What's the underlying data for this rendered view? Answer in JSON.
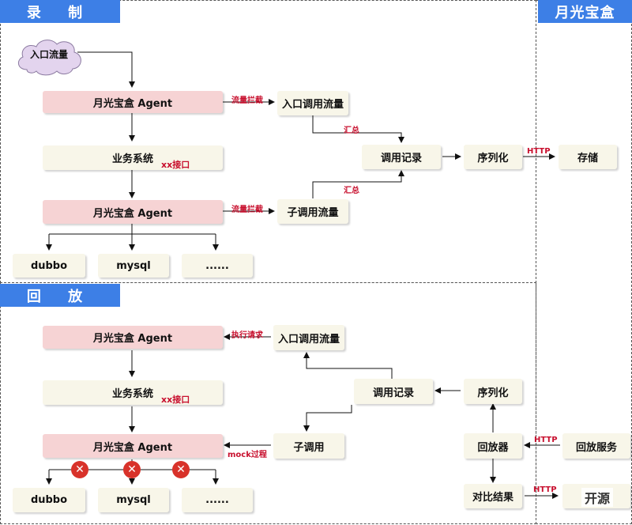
{
  "sections": {
    "record": "录 制",
    "replay": "回 放",
    "repeater": "月光宝盒"
  },
  "record": {
    "entry_traffic": "入口流量",
    "agent_top": "月光宝盒 Agent",
    "business": "业务系统",
    "xx_api": "xx接口",
    "agent_bottom": "月光宝盒 Agent",
    "dubbo": "dubbo",
    "mysql": "mysql",
    "more": "......",
    "intercept1": "流量拦截",
    "intercept2": "流量拦截",
    "entry_call_traffic": "入口调用流量",
    "sub_call_traffic": "子调用流量",
    "summary1": "汇总",
    "summary2": "汇总",
    "call_record": "调用记录",
    "serialize": "序列化",
    "http": "HTTP",
    "storage": "存储"
  },
  "replay": {
    "agent_top": "月光宝盒 Agent",
    "exec_request": "执行请求",
    "entry_call_traffic": "入口调用流量",
    "business": "业务系统",
    "xx_api": "xx接口",
    "call_record": "调用记录",
    "serialize": "序列化",
    "agent_bottom": "月光宝盒 Agent",
    "mock_process": "mock过程",
    "sub_call": "子调用",
    "replayer": "回放器",
    "http1": "HTTP",
    "replay_service": "回放服务",
    "dubbo": "dubbo",
    "mysql": "mysql",
    "more": "......",
    "compare_result": "对比结果",
    "http2": "HTTP",
    "watermark": "开源"
  },
  "colors": {
    "section_header": "#3d7fe6",
    "cream_box": "#f8f6e9",
    "pink_box": "#f6d3d4",
    "red_text": "#c8102e",
    "block_icon": "#d8322a"
  },
  "icons": [
    "cloud-icon",
    "block-x-icon",
    "arrow-icon"
  ]
}
